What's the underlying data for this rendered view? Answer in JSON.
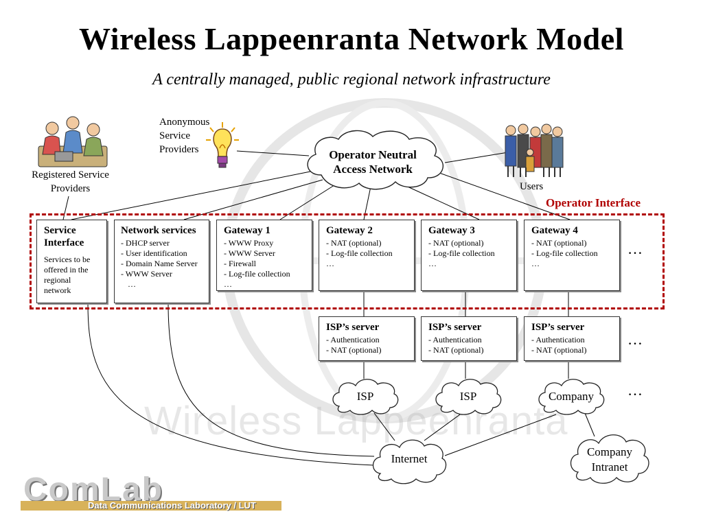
{
  "header": {
    "title": "Wireless Lappeenranta Network Model",
    "subtitle": "A centrally managed, public regional network infrastructure"
  },
  "actors": {
    "anonymous": "Anonymous Service Providers",
    "anonymous_lines": [
      "Anonymous",
      "Service",
      "Providers"
    ],
    "registered_lines": [
      "Registered Service",
      "Providers"
    ],
    "users": "Users"
  },
  "clouds": {
    "access_network": [
      "Operator Neutral",
      "Access Network"
    ],
    "isp1": "ISP",
    "isp2": "ISP",
    "company": "Company",
    "internet": "Internet",
    "company_intranet": [
      "Company",
      "Intranet"
    ]
  },
  "operator_interface": "Operator Interface",
  "gateways": [
    {
      "title_lines": [
        "Service",
        "Interface"
      ],
      "note_lines": [
        "Services to be",
        "offered in the",
        "regional",
        "network"
      ]
    },
    {
      "title": "Network services",
      "items": [
        "DHCP server",
        "User identification",
        "Domain Name Server",
        "WWW Server"
      ],
      "tail": "…"
    },
    {
      "title": "Gateway 1",
      "items": [
        "WWW Proxy",
        "WWW Server",
        "Firewall",
        "Log-file collection"
      ],
      "tail": "…"
    },
    {
      "title": "Gateway 2",
      "items": [
        "NAT (optional)",
        "Log-file collection"
      ],
      "tail": "…"
    },
    {
      "title": "Gateway 3",
      "items": [
        "NAT (optional)",
        "Log-file collection"
      ],
      "tail": "…"
    },
    {
      "title": "Gateway 4",
      "items": [
        "NAT (optional)",
        "Log-file collection"
      ],
      "tail": "…"
    }
  ],
  "isp_servers": [
    {
      "title": "ISP’s server",
      "items": [
        "Authentication",
        "NAT (optional)"
      ]
    },
    {
      "title": "ISP’s server",
      "items": [
        "Authentication",
        "NAT (optional)"
      ]
    },
    {
      "title": "ISP’s server",
      "items": [
        "Authentication",
        "NAT (optional)"
      ]
    }
  ],
  "ellipsis": "…",
  "watermark": "Wireless Lappeenranta",
  "logo": {
    "name": "ComLab",
    "tagline": "Data Communications Laboratory / LUT"
  },
  "colors": {
    "operator_interface": "#b00000",
    "watermark": "#aaaaaa",
    "logo_gold": "#d8b25a"
  }
}
